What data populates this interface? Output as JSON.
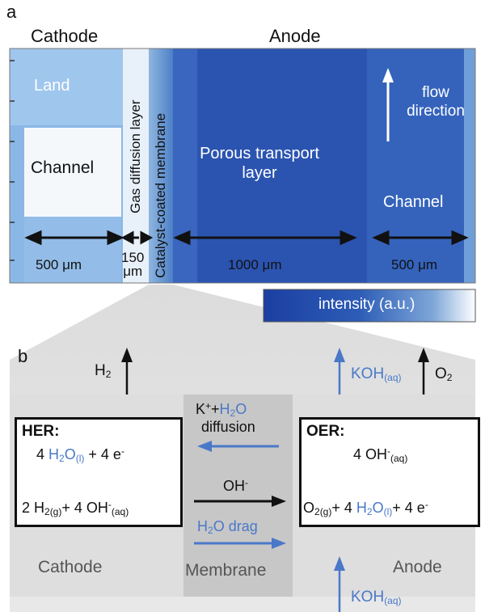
{
  "panel_a": {
    "letter": "a",
    "header_cathode": "Cathode",
    "header_anode": "Anode",
    "land_label": "Land",
    "channel_left_label": "Channel",
    "gdl_label": "Gas diffusion layer",
    "ccm_label": "Catalyst-coated membrane",
    "ptl_label_line1": "Porous transport",
    "ptl_label_line2": "layer",
    "flow_label_line1": "flow",
    "flow_label_line2": "direction",
    "channel_right_label": "Channel",
    "dim_500_left": "500 μm",
    "dim_150_line1": "150",
    "dim_150_line2": "μm",
    "dim_1000": "1000 μm",
    "dim_500_right": "500 μm",
    "colorbar_label": "intensity (a.u.)"
  },
  "panel_b": {
    "letter": "b",
    "h2_out": "H",
    "h2_sub": "2",
    "koh_out": "KOH",
    "koh_out_sub": "(aq)",
    "o2_out": "O",
    "o2_sub": "2",
    "her_title": "HER:",
    "her_line1_a": "4 ",
    "her_line1_h2o": "H",
    "her_line1_h2o_sub": "2",
    "her_line1_o": "O",
    "her_line1_l": "(l)",
    "her_line1_b": " + 4 e",
    "her_line1_sup": "-",
    "her_line2_a": "2 H",
    "her_line2_sub1": "2(g)",
    "her_line2_b": "+ 4 OH",
    "her_line2_sup": "-",
    "her_line2_sub2": "(aq)",
    "oer_title": "OER:",
    "oer_line1_a": "4 OH",
    "oer_line1_sup": "-",
    "oer_line1_sub": "(aq)",
    "oer_line2_a": "O",
    "oer_line2_sub1": "2(g)",
    "oer_line2_b": "+ 4 ",
    "oer_line2_h2o": "H",
    "oer_line2_h2o_sub": "2",
    "oer_line2_o": "O",
    "oer_line2_l": "(l)",
    "oer_line2_c": "+ 4 e",
    "oer_line2_sup": "-",
    "kplus": "K",
    "kplus_sup": "+",
    "kplus_plus": "+",
    "kplus_h2o": "H",
    "kplus_h2o_sub": "2",
    "kplus_o": "O",
    "diffusion": "diffusion",
    "oh_label": "OH",
    "oh_sup": "-",
    "drag_h": "H",
    "drag_sub": "2",
    "drag_o": "O drag",
    "cathode_label": "Cathode",
    "membrane_label": "Membrane",
    "anode_label": "Anode",
    "koh_in": "KOH",
    "koh_in_sub": "(aq)"
  },
  "colors": {
    "blue_text": "#4a78c8",
    "region_grey": "#e3e3e3",
    "membrane_grey": "#c8c8c8"
  }
}
